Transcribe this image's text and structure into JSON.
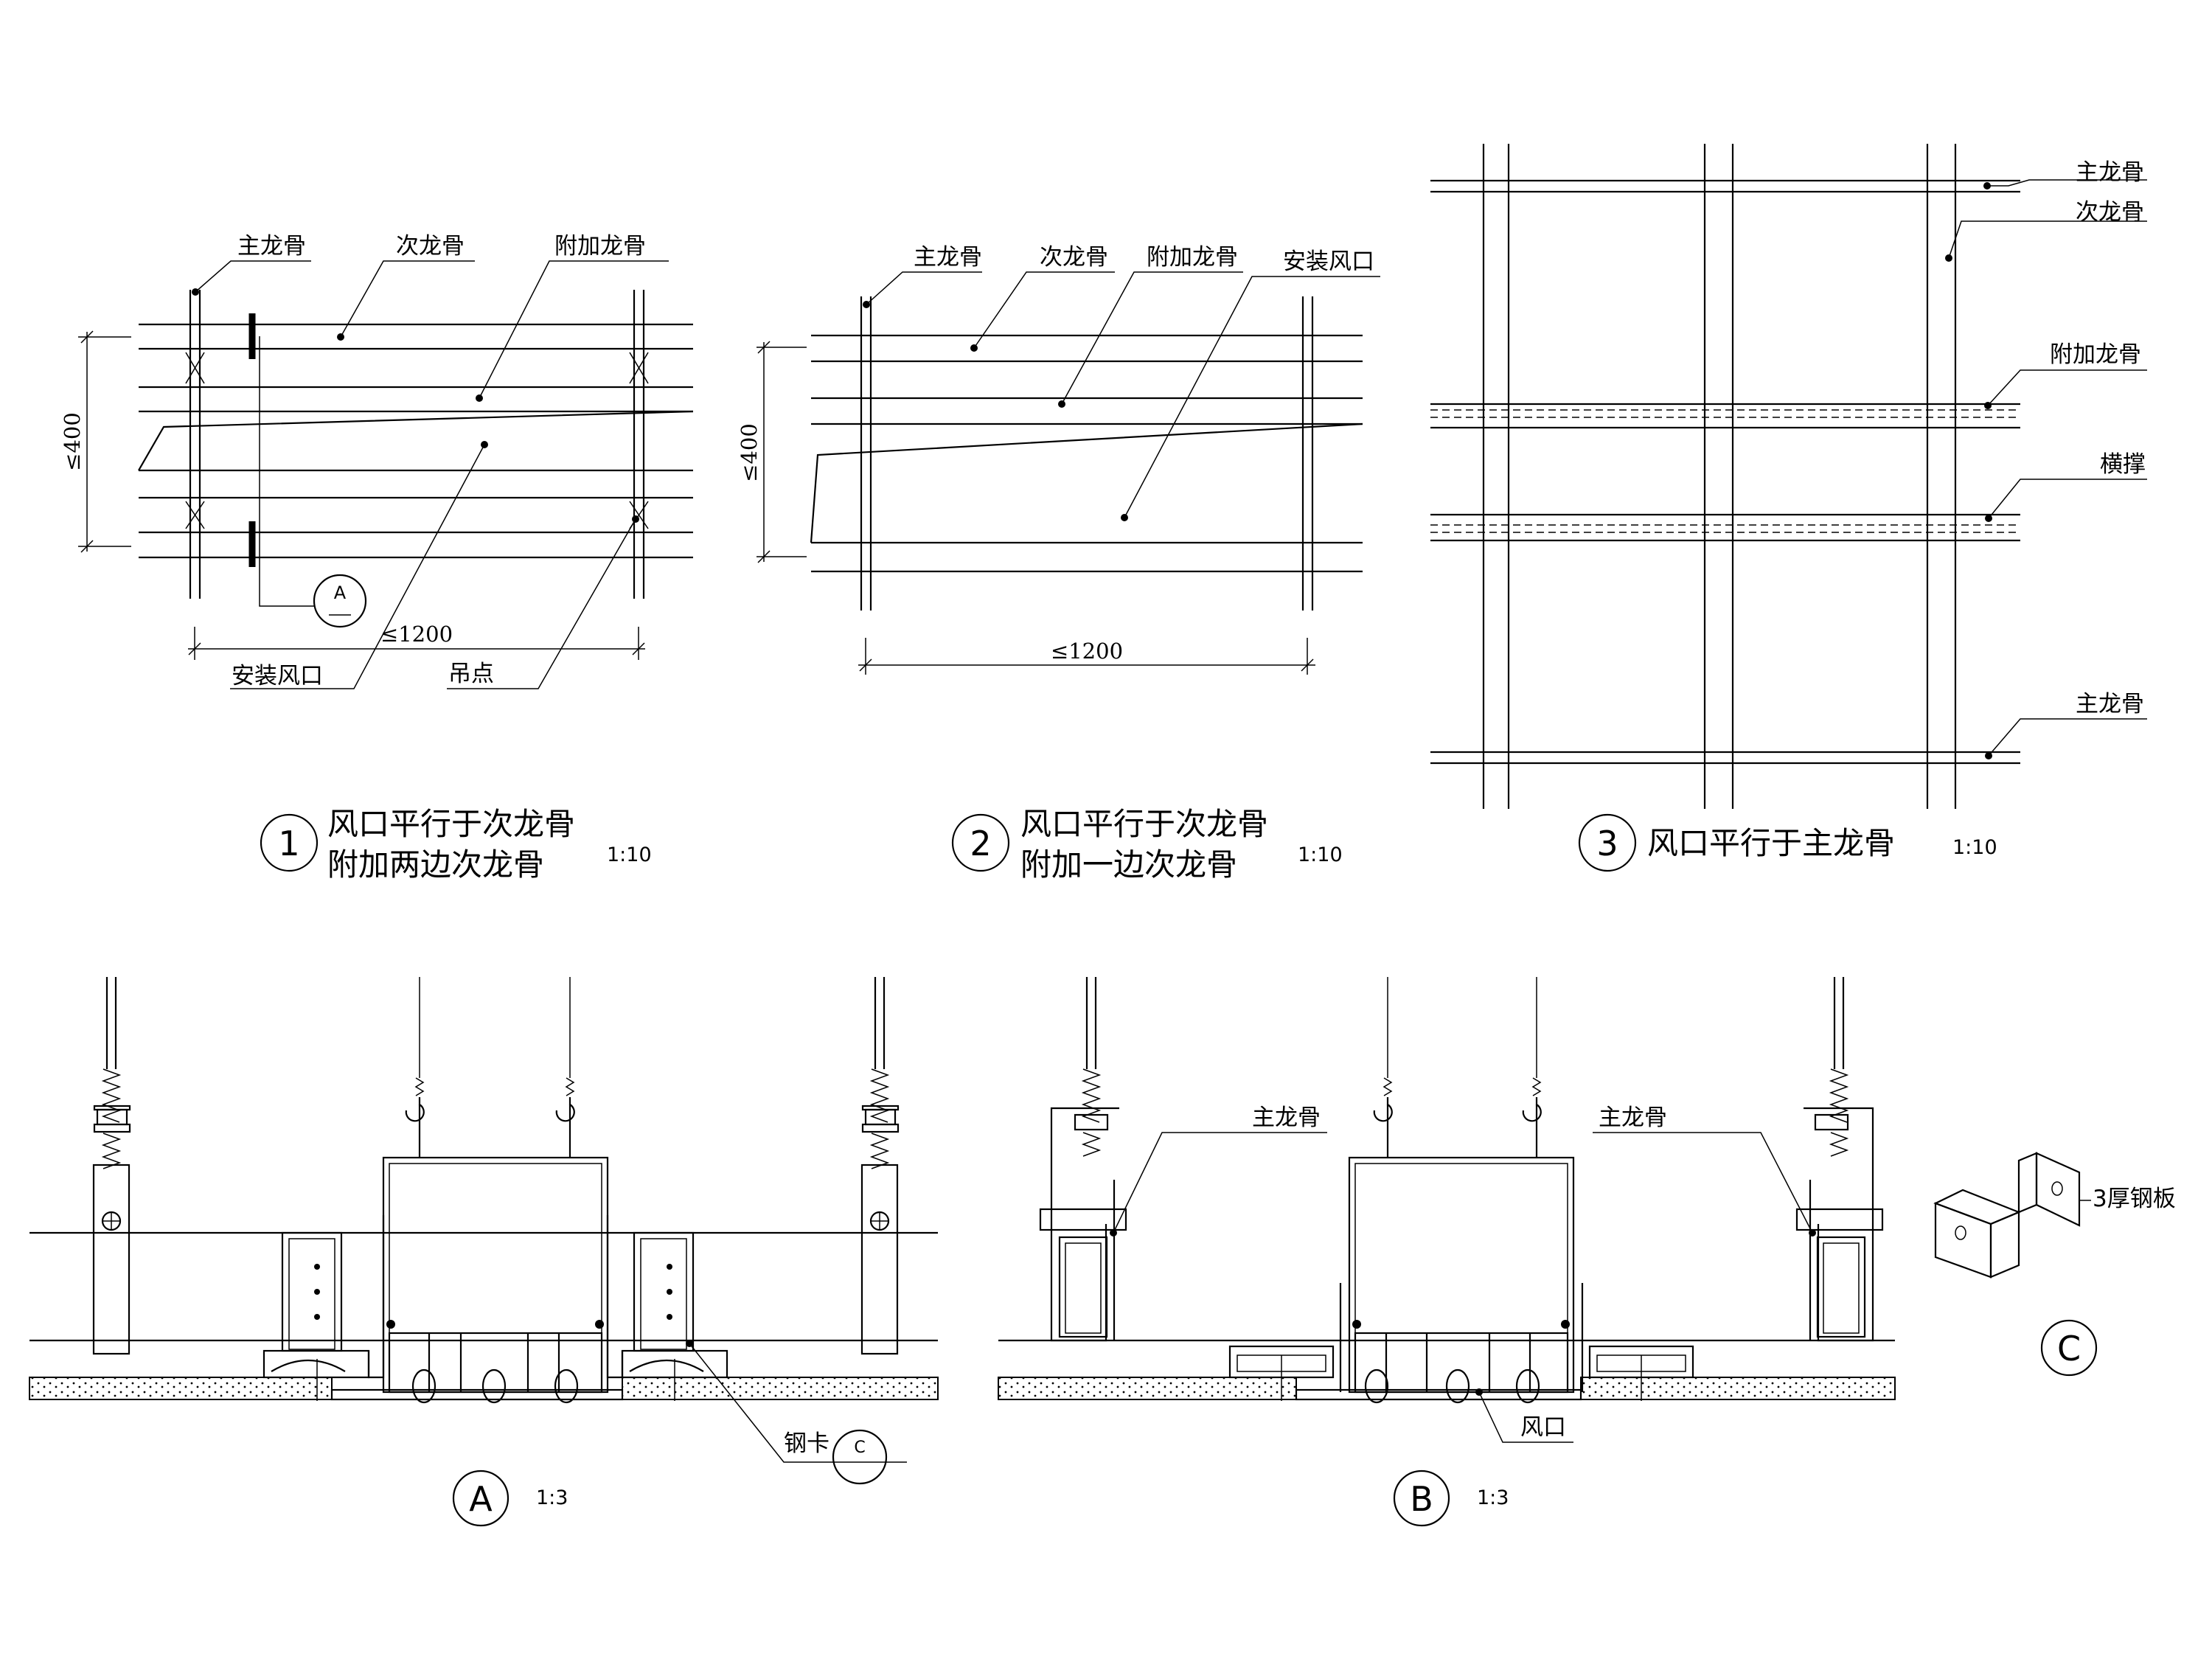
{
  "views": {
    "v1": {
      "labels": {
        "main_keel": "主龙骨",
        "secondary_keel": "次龙骨",
        "additional_keel": "附加龙骨",
        "install_vent": "安装风口",
        "hanging_point": "吊点"
      },
      "dim_h": "≤1200",
      "dim_v": "≤400",
      "detail_tag": "A",
      "number": "1",
      "title_line1": "风口平行于次龙骨",
      "title_line2": "附加两边次龙骨",
      "scale": "1:10"
    },
    "v2": {
      "labels": {
        "main_keel": "主龙骨",
        "secondary_keel": "次龙骨",
        "additional_keel": "附加龙骨",
        "install_vent": "安装风口"
      },
      "dim_h": "≤1200",
      "dim_v": "≤400",
      "number": "2",
      "title_line1": "风口平行于次龙骨",
      "title_line2": "附加一边次龙骨",
      "scale": "1:10"
    },
    "v3": {
      "labels": {
        "main_keel_top": "主龙骨",
        "secondary_keel": "次龙骨",
        "additional_keel": "附加龙骨",
        "cross_brace": "横撑",
        "main_keel_bottom": "主龙骨"
      },
      "number": "3",
      "title": "风口平行于主龙骨",
      "scale": "1:10"
    },
    "section_a": {
      "labels": {
        "steel_clip": "钢卡"
      },
      "clip_ref": "C",
      "tag": "A",
      "scale": "1:3"
    },
    "section_b": {
      "labels": {
        "main_keel_left": "主龙骨",
        "main_keel_right": "主龙骨",
        "vent": "风口"
      },
      "tag": "B",
      "scale": "1:3"
    },
    "detail_c": {
      "label": "3厚钢板",
      "tag": "C"
    }
  }
}
